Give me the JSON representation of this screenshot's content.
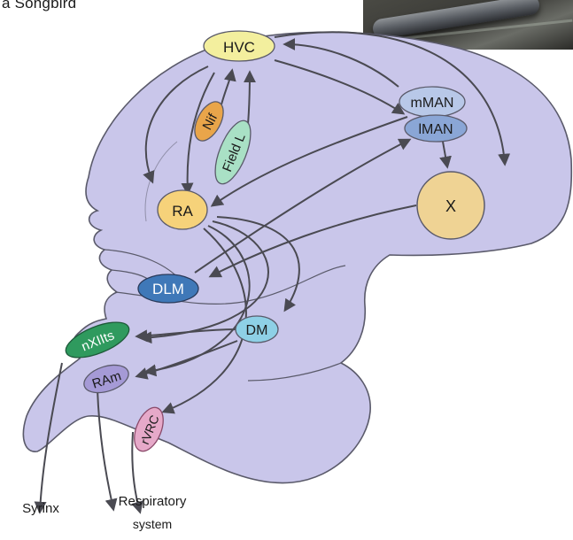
{
  "title": "a Songbird",
  "nuclei": {
    "hvc": "HVC",
    "nif": "Nif",
    "field_l": "Field L",
    "mman": "mMAN",
    "lman": "lMAN",
    "ra": "RA",
    "x": "X",
    "dlm": "DLM",
    "dm": "DM",
    "nxiits": "nXIIts",
    "ram": "RAm",
    "rvrc": "rVRC"
  },
  "outputs": {
    "syrinx": "Syrinx",
    "respiratory_line1": "Respiratory",
    "respiratory_line2": "system"
  },
  "colors": {
    "brain": "#c9c6ea",
    "brain_outline": "#5a5a6a",
    "hvc": "#f3ef9e",
    "nif": "#e9a54a",
    "field_l": "#a9e0c5",
    "man": "#b8c8e8",
    "lman": "#8aa6d6",
    "ra": "#f6d27a",
    "x": "#efd394",
    "dlm": "#3f78b8",
    "dm": "#8ed0e6",
    "nxiits": "#2f9a5e",
    "ram": "#a59ad6",
    "rvrc": "#e6a9c9",
    "arrow": "#4a4a52"
  }
}
